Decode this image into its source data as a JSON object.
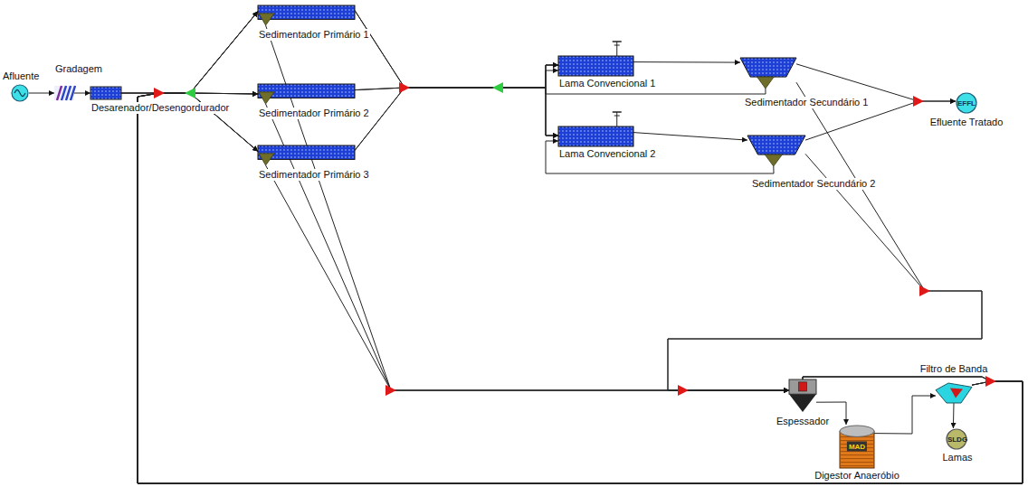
{
  "diagram": {
    "nodes": [
      {
        "text": [
          "Afluente"
        ]
      },
      {
        "text": [
          "Gradagem"
        ]
      },
      {
        "text": [
          "Desarenador/Desengordurador"
        ]
      },
      {
        "text": [
          "Sedimentador Primário 1"
        ]
      },
      {
        "text": [
          "Sedimentador Primário 2"
        ]
      },
      {
        "text": [
          "Sedimentador Primário 3"
        ]
      },
      {
        "text": [
          "Lama Convencional 1"
        ]
      },
      {
        "text": [
          "Lama Convencional 2"
        ]
      },
      {
        "text": [
          "Sedimentador Secundário 1"
        ]
      },
      {
        "text": [
          "Sedimentador Secundário 2"
        ]
      },
      {
        "text": [
          "EFFL",
          "Efluente Tratado"
        ]
      },
      {
        "text": [
          "Espessador"
        ]
      },
      {
        "text": [
          "MAD",
          "Digestor Anaeróbio"
        ]
      },
      {
        "text": [
          "Filtro de Banda"
        ]
      },
      {
        "text": [
          "SLDG",
          "Lamas"
        ]
      }
    ],
    "edges": [
      {
        "from": 0,
        "to": 1,
        "arrow": "to"
      },
      {
        "from": 1,
        "to": 2,
        "arrow": "to"
      },
      {
        "from": 2,
        "to": 3,
        "arrow": "to"
      },
      {
        "from": 2,
        "to": 4,
        "arrow": "to"
      },
      {
        "from": 2,
        "to": 5,
        "arrow": "to"
      },
      {
        "from": 3,
        "to": 6,
        "arrow": "to"
      },
      {
        "from": 3,
        "to": 7,
        "arrow": "to"
      },
      {
        "from": 4,
        "to": 6,
        "arrow": "to"
      },
      {
        "from": 4,
        "to": 7,
        "arrow": "to"
      },
      {
        "from": 5,
        "to": 6,
        "arrow": "to"
      },
      {
        "from": 5,
        "to": 7,
        "arrow": "to"
      },
      {
        "from": 6,
        "to": 8,
        "arrow": "to"
      },
      {
        "from": 7,
        "to": 9,
        "arrow": "to"
      },
      {
        "from": 8,
        "to": 6,
        "arrow": "to"
      },
      {
        "from": 9,
        "to": 7,
        "arrow": "to"
      },
      {
        "from": 8,
        "to": 10,
        "arrow": "to"
      },
      {
        "from": 9,
        "to": 10,
        "arrow": "to"
      },
      {
        "from": 3,
        "to": 11,
        "arrow": "to"
      },
      {
        "from": 4,
        "to": 11,
        "arrow": "to"
      },
      {
        "from": 5,
        "to": 11,
        "arrow": "to"
      },
      {
        "from": 8,
        "to": 11,
        "arrow": "to"
      },
      {
        "from": 9,
        "to": 11,
        "arrow": "to"
      },
      {
        "from": 11,
        "to": 12,
        "arrow": "to"
      },
      {
        "from": 12,
        "to": 13,
        "arrow": "to"
      },
      {
        "from": 13,
        "to": 14,
        "arrow": "to"
      },
      {
        "from": 11,
        "to": 3,
        "arrow": "to"
      },
      {
        "from": 11,
        "to": 4,
        "arrow": "to"
      },
      {
        "from": 11,
        "to": 5,
        "arrow": "to"
      },
      {
        "from": 13,
        "to": 3,
        "arrow": "to"
      },
      {
        "from": 13,
        "to": 4,
        "arrow": "to"
      },
      {
        "from": 13,
        "to": 5,
        "arrow": "to"
      }
    ]
  }
}
